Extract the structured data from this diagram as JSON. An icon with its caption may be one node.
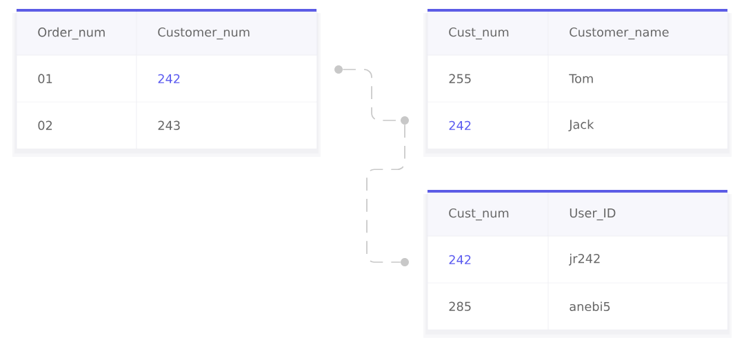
{
  "diagram": {
    "nodes": [
      {
        "text": [],
        "shape": "box"
      },
      {
        "text": [
          "Order_num"
        ],
        "in": 0
      },
      {
        "text": [
          "Customer_num"
        ],
        "in": 0
      },
      {
        "text": [
          "01"
        ],
        "in": 0
      },
      {
        "text": [
          "242"
        ],
        "in": 0
      },
      {
        "text": [
          "02"
        ],
        "in": 0
      },
      {
        "text": [
          "243"
        ],
        "in": 0
      },
      {
        "text": [],
        "shape": "box"
      },
      {
        "text": [
          "Cust_num"
        ],
        "in": 7
      },
      {
        "text": [
          "Customer_name"
        ],
        "in": 7
      },
      {
        "text": [
          "255"
        ],
        "in": 7
      },
      {
        "text": [
          "Tom"
        ],
        "in": 7
      },
      {
        "text": [
          "242"
        ],
        "in": 7
      },
      {
        "text": [
          "Jack"
        ],
        "in": 7
      },
      {
        "text": [],
        "shape": "circle"
      },
      {
        "text": [],
        "shape": "circle"
      },
      {
        "text": [],
        "shape": "box"
      },
      {
        "text": [
          "Cust_num"
        ],
        "in": 16
      },
      {
        "text": [
          "User_ID"
        ],
        "in": 16
      },
      {
        "text": [
          "242"
        ],
        "in": 16
      },
      {
        "text": [
          "jr242"
        ],
        "in": 16
      },
      {
        "text": [
          "285"
        ],
        "in": 16
      },
      {
        "text": [
          "anebi5"
        ],
        "in": 16
      },
      {
        "text": [],
        "shape": "circle"
      }
    ],
    "edges": [
      {
        "from": 14,
        "to": 15,
        "arrow": "none",
        "style": "dashed"
      },
      {
        "from": 15,
        "to": 23,
        "arrow": "none",
        "style": "dashed"
      }
    ]
  }
}
